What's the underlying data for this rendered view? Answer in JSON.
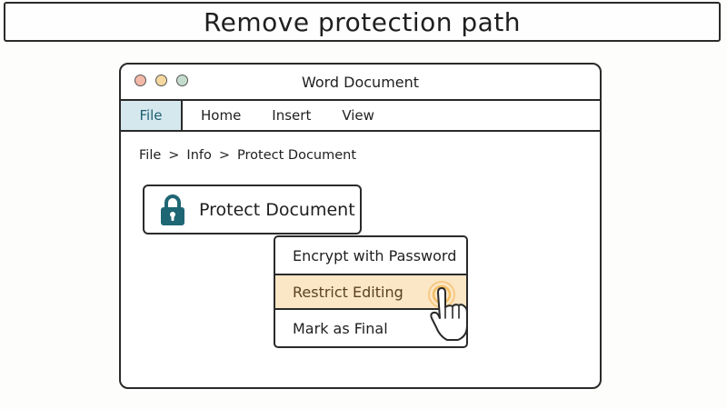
{
  "banner": {
    "title": "Remove protection path"
  },
  "window": {
    "title": "Word Document",
    "controls": [
      "close-dot",
      "minimize-dot",
      "maximize-dot"
    ]
  },
  "menu": {
    "items": [
      {
        "label": "File",
        "active": true
      },
      {
        "label": "Home",
        "active": false
      },
      {
        "label": "Insert",
        "active": false
      },
      {
        "label": "View",
        "active": false
      }
    ]
  },
  "breadcrumb": {
    "parts": [
      "File",
      ">",
      "Info",
      ">",
      "Protect Document"
    ]
  },
  "protect": {
    "label": "Protect Document",
    "icon": "lock-icon",
    "icon_color": "#1f6674"
  },
  "dropdown": {
    "items": [
      {
        "label": "Encrypt with Password",
        "highlighted": false
      },
      {
        "label": "Restrict Editing",
        "highlighted": true
      },
      {
        "label": "Mark as Final",
        "highlighted": false
      }
    ],
    "highlight_color": "#fbe6c6"
  },
  "cursor": {
    "icon": "pointing-hand-cursor-icon",
    "accent": "#f3b34a"
  }
}
